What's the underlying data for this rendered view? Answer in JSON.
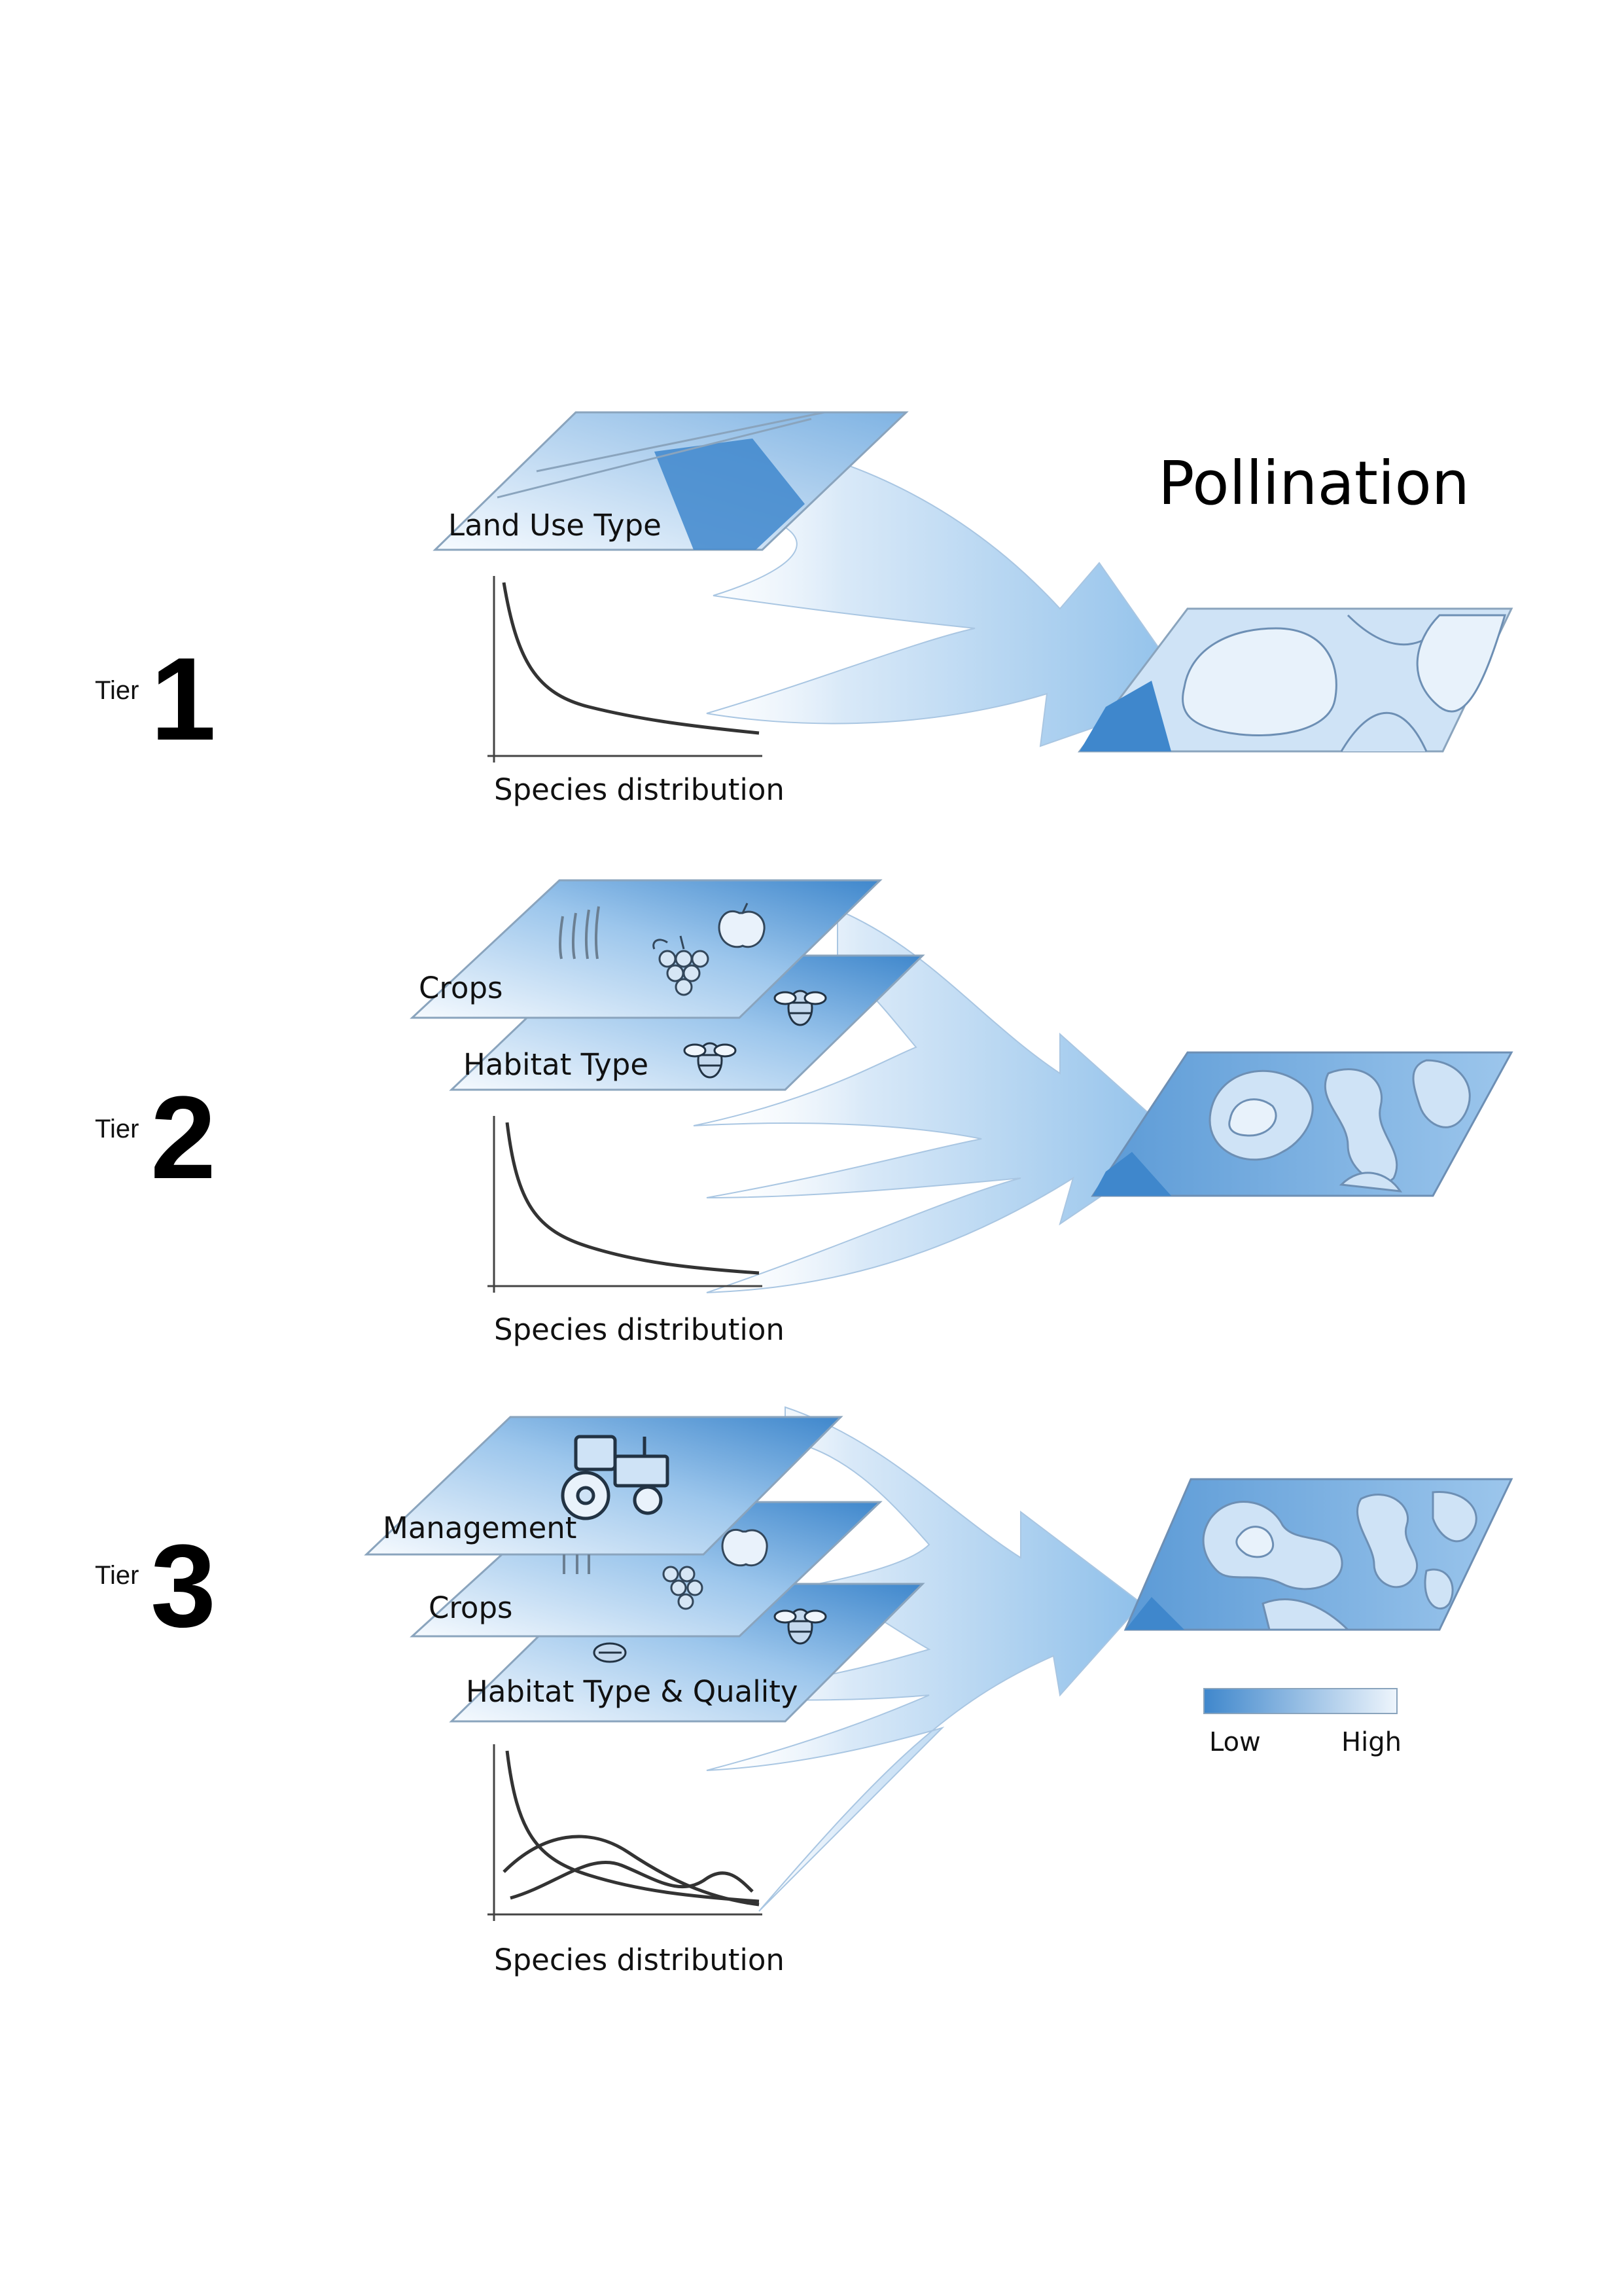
{
  "title": "Pollination",
  "colors": {
    "low": "#3f87cc",
    "high": "#e9f2fb",
    "edge": "#8aa4bd"
  },
  "tiers": [
    {
      "word": "Tier",
      "number": "1",
      "layers": [
        "Land Use Type"
      ],
      "distribution_label": "Species distribution"
    },
    {
      "word": "Tier",
      "number": "2",
      "layers": [
        "Crops",
        "Habitat Type"
      ],
      "distribution_label": "Species distribution"
    },
    {
      "word": "Tier",
      "number": "3",
      "layers": [
        "Management",
        "Crops",
        "Habitat Type & Quality"
      ],
      "distribution_label": "Species distribution"
    }
  ],
  "legend": {
    "low": "Low",
    "high": "High"
  },
  "icons": [
    "wheat-icon",
    "grapes-icon",
    "apple-icon",
    "bee-icon",
    "tractor-icon"
  ]
}
